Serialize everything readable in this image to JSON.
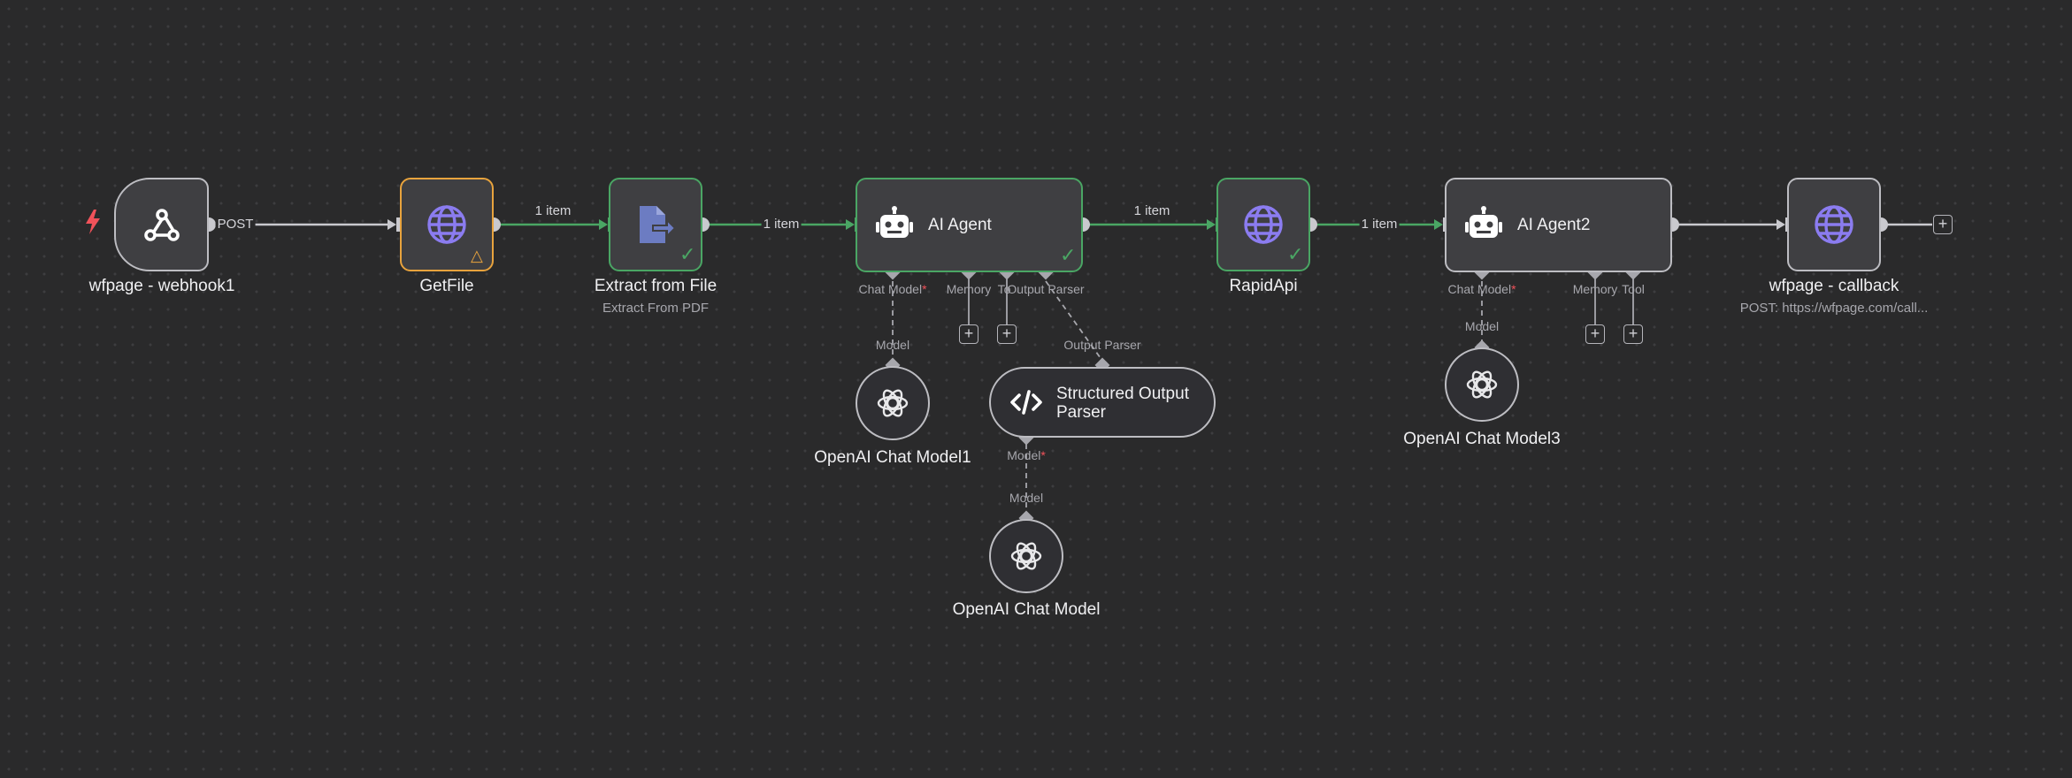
{
  "nodes": {
    "webhook": {
      "label": "wfpage - webhook1",
      "output_label": "POST"
    },
    "getfile": {
      "label": "GetFile"
    },
    "extract": {
      "label": "Extract from File",
      "sublabel": "Extract From PDF"
    },
    "agent1": {
      "title": "AI Agent",
      "ports": {
        "chat_model": "Chat Model",
        "memory": "Memory",
        "tool": "To",
        "output_parser": "Output Parser"
      }
    },
    "rapidapi": {
      "label": "RapidApi"
    },
    "agent2": {
      "title": "AI Agent2",
      "ports": {
        "chat_model": "Chat Model",
        "memory": "Memory",
        "tool": "Tool"
      }
    },
    "callback": {
      "label": "wfpage - callback",
      "sublabel": "POST: https://wfpage.com/call..."
    },
    "openai1": {
      "label": "OpenAI Chat Model1",
      "port": "Model"
    },
    "parser": {
      "title_line1": "Structured Output",
      "title_line2": "Parser",
      "port_top": "Output Parser",
      "port_bottom": "Model"
    },
    "openai0": {
      "label": "OpenAI Chat Model",
      "port": "Model"
    },
    "openai3": {
      "label": "OpenAI Chat Model3",
      "port": "Model"
    }
  },
  "edges": {
    "getfile_extract": "1 item",
    "extract_agent": "1 item",
    "agent_rapid": "1 item",
    "rapid_agent2": "1 item"
  },
  "required_marker": "*",
  "plus_symbol": "+",
  "check_symbol": "✓",
  "warn_symbol": "△",
  "colors": {
    "background": "#2a2a2b",
    "node_fill": "#3f3f42",
    "success": "#4aa664",
    "warning": "#e8a33d",
    "accent_icon": "#8b7cf0",
    "required": "#f1525a"
  }
}
